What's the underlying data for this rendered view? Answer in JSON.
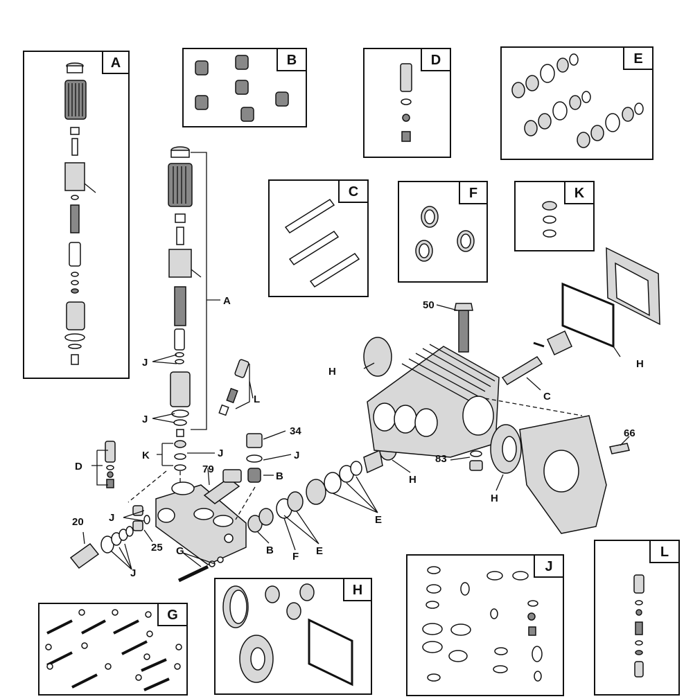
{
  "kits": [
    {
      "letter": "A"
    },
    {
      "letter": "B"
    },
    {
      "letter": "D"
    },
    {
      "letter": "E"
    },
    {
      "letter": "C"
    },
    {
      "letter": "F"
    },
    {
      "letter": "K"
    },
    {
      "letter": "J"
    },
    {
      "letter": "L"
    },
    {
      "letter": "H"
    },
    {
      "letter": "G"
    }
  ],
  "callouts": {
    "c50": "50",
    "cA": "A",
    "cJ1": "J",
    "cJ2": "J",
    "cL": "L",
    "cH1": "H",
    "cH2": "H",
    "cC": "C",
    "c34": "34",
    "cK": "K",
    "cJ3": "J",
    "cJ4": "J",
    "c79": "79",
    "cB1": "B",
    "cD": "D",
    "cJ5": "J",
    "c20": "20",
    "c25": "25",
    "cJ6": "J",
    "cG": "G",
    "cB2": "B",
    "cF": "F",
    "cE1": "E",
    "cE2": "E",
    "cH3": "H",
    "c83": "83",
    "cH4": "H",
    "c66": "66"
  }
}
